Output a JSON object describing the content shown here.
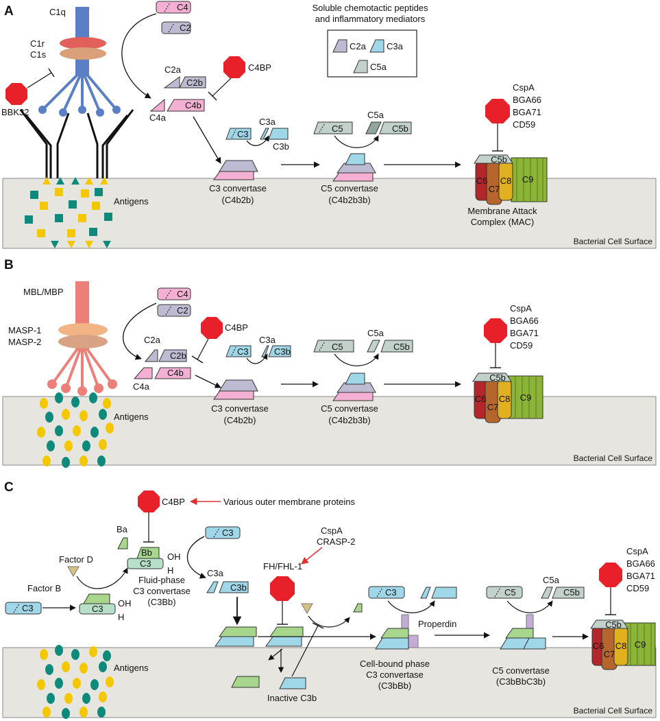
{
  "colors": {
    "surface": "#e6e5e0",
    "c1q": "#5b7fc4",
    "c1r": "#e2605a",
    "c1s": "#d9a07a",
    "mbl": "#ec8078",
    "masp1": "#f2b385",
    "masp2": "#d8a284",
    "c4": "#f3b0d2",
    "c2": "#bdbbd2",
    "c3": "#9fd6e8",
    "c5": "#c2d2cb",
    "factorB": "#a8d68c",
    "inhibitor": "#e8202a",
    "antigen_teal": "#0e8a7c",
    "antigen_yellow": "#f4c800",
    "c6": "#b3272a",
    "c7": "#b6652c",
    "c8": "#e0b01e",
    "c9": "#8db437",
    "properdin": "#c4acd6",
    "red_arrow": "#e03030"
  },
  "panels": {
    "a": {
      "letter": "A",
      "c1q": "C1q",
      "c1r": "C1r",
      "c1s": "C1s",
      "bbk32": "BBK32",
      "c4": "C4",
      "c2": "C2",
      "c2a": "C2a",
      "c2b": "C2b",
      "c4a": "C4a",
      "c4b": "C4b",
      "c4bp": "C4BP",
      "c3": "C3",
      "c3a": "C3a",
      "c3b": "C3b",
      "c5": "C5",
      "c5a": "C5a",
      "c5b": "C5b",
      "legend_title_1": "Soluble chemotactic peptides",
      "legend_title_2": "and inflammatory mediators",
      "legend_c2a": "C2a",
      "legend_c3a": "C3a",
      "legend_c5a": "C5a",
      "inhibitors": [
        "CspA",
        "BGA66",
        "BGA71",
        "CD59"
      ],
      "antigens": "Antigens",
      "c3_convertase_1": "C3 convertase",
      "c3_convertase_2": "(C4b2b)",
      "c5_convertase_1": "C5 convertase",
      "c5_convertase_2": "(C4b2b3b)",
      "mac_1": "Membrane Attack",
      "mac_2": "Complex (MAC)",
      "mac_c5b": "C5b",
      "mac_c6": "C6",
      "mac_c7": "C7",
      "mac_c8": "C8",
      "mac_c9": "C9",
      "surface": "Bacterial Cell Surface"
    },
    "b": {
      "letter": "B",
      "mbl": "MBL/MBP",
      "masp1": "MASP-1",
      "masp2": "MASP-2",
      "c4": "C4",
      "c2": "C2",
      "c2a": "C2a",
      "c2b": "C2b",
      "c4a": "C4a",
      "c4b": "C4b",
      "c4bp": "C4BP",
      "c3": "C3",
      "c3a": "C3a",
      "c3b": "C3b",
      "c5": "C5",
      "c5a": "C5a",
      "c5b": "C5b",
      "inhibitors": [
        "CspA",
        "BGA66",
        "BGA71",
        "CD59"
      ],
      "antigens": "Antigens",
      "c3_convertase_1": "C3 convertase",
      "c3_convertase_2": "(C4b2b)",
      "c5_convertase_1": "C5 convertase",
      "c5_convertase_2": "(C4b2b3b)",
      "mac_c5b": "C5b",
      "mac_c6": "C6",
      "mac_c7": "C7",
      "mac_c8": "C8",
      "mac_c9": "C9",
      "surface": "Bacterial Cell Surface"
    },
    "c": {
      "letter": "C",
      "c4bp": "C4BP",
      "various": "Various outer membrane proteins",
      "ba": "Ba",
      "bb": "Bb",
      "c3_in_complex": "C3",
      "oh": "OH",
      "h": "H",
      "factor_d": "Factor D",
      "factor_b": "Factor B",
      "c3": "C3",
      "fluid_1": "Fluid-phase",
      "fluid_2": "C3 convertase",
      "fluid_3": "(C3Bb)",
      "c3_top": "C3",
      "c3a": "C3a",
      "c3b": "C3b",
      "cspa": "CspA",
      "crasp2": "CRASP-2",
      "fh": "FH/FHL-1",
      "inactive": "Inactive C3b",
      "c3_right": "C3",
      "properdin": "Properdin",
      "cell_bound_1": "Cell-bound phase",
      "cell_bound_2": "C3 convertase",
      "cell_bound_3": "(C3bBb)",
      "c5": "C5",
      "c5a": "C5a",
      "c5b": "C5b",
      "c5_convertase_1": "C5 convertase",
      "c5_convertase_2": "(C3bBbC3b)",
      "inhibitors": [
        "CspA",
        "BGA66",
        "BGA71",
        "CD59"
      ],
      "antigens": "Antigens",
      "mac_c5b": "C5b",
      "mac_c6": "C6",
      "mac_c7": "C7",
      "mac_c8": "C8",
      "mac_c9": "C9",
      "surface": "Bacterial Cell Surface"
    }
  }
}
